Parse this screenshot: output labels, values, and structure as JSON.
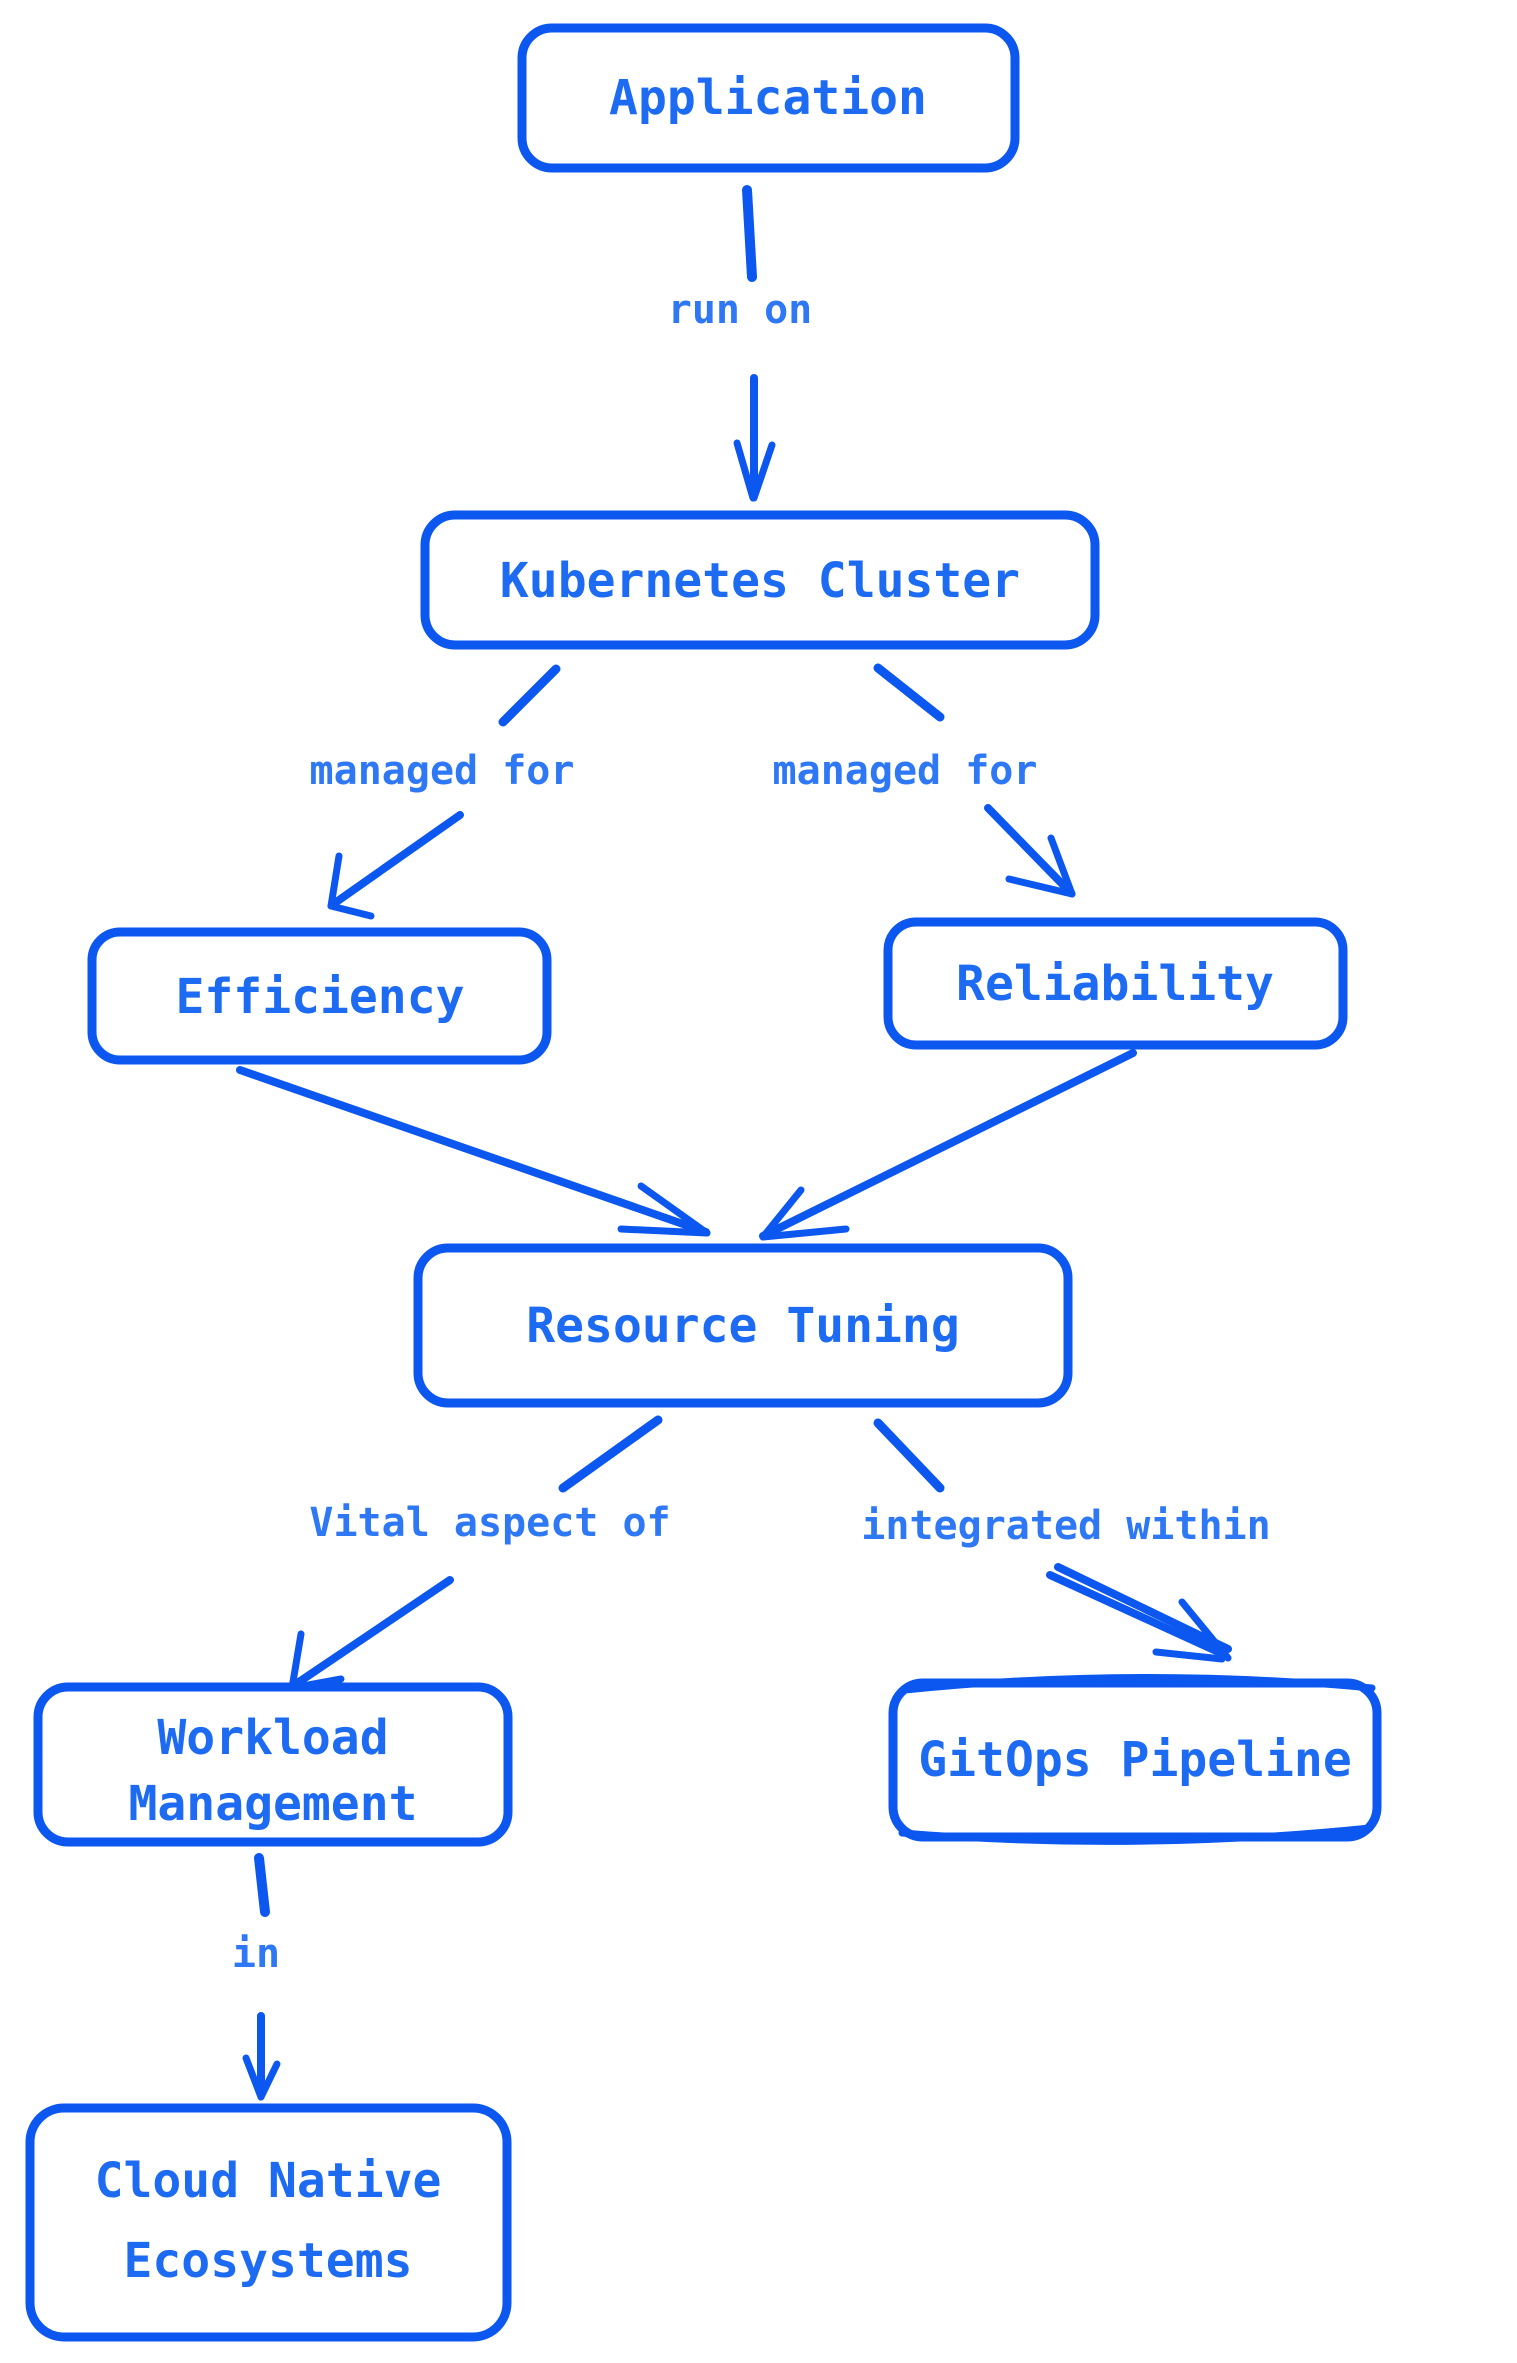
{
  "colors": {
    "stroke": "#0b57f0",
    "node_text": "#1e6bf3",
    "edge_label": "#2e78f6",
    "background": "#ffffff"
  },
  "nodes": {
    "application": {
      "label": "Application"
    },
    "kubernetes_cluster": {
      "label": "Kubernetes Cluster"
    },
    "efficiency": {
      "label": "Efficiency"
    },
    "reliability": {
      "label": "Reliability"
    },
    "resource_tuning": {
      "label": "Resource Tuning"
    },
    "workload_management": {
      "label": "Workload Management",
      "line1": "Workload",
      "line2": "Management"
    },
    "gitops_pipeline": {
      "label": "GitOps Pipeline"
    },
    "cloud_native_ecosystems": {
      "label": "Cloud Native Ecosystems",
      "line1": "Cloud Native",
      "line2": "Ecosystems"
    }
  },
  "edges": {
    "run_on": {
      "label": "run on",
      "from": "Application",
      "to": "Kubernetes Cluster"
    },
    "managed_for_left": {
      "label": "managed for",
      "from": "Kubernetes Cluster",
      "to": "Efficiency"
    },
    "managed_for_right": {
      "label": "managed for",
      "from": "Kubernetes Cluster",
      "to": "Reliability"
    },
    "efficiency_to_resource_tuning": {
      "label": "",
      "from": "Efficiency",
      "to": "Resource Tuning"
    },
    "reliability_to_resource_tuning": {
      "label": "",
      "from": "Reliability",
      "to": "Resource Tuning"
    },
    "vital_aspect_of": {
      "label": "Vital aspect of",
      "from": "Resource Tuning",
      "to": "Workload Management"
    },
    "integrated_within": {
      "label": "integrated within",
      "from": "Resource Tuning",
      "to": "GitOps Pipeline"
    },
    "in": {
      "label": "in",
      "from": "Workload Management",
      "to": "Cloud Native Ecosystems"
    }
  }
}
